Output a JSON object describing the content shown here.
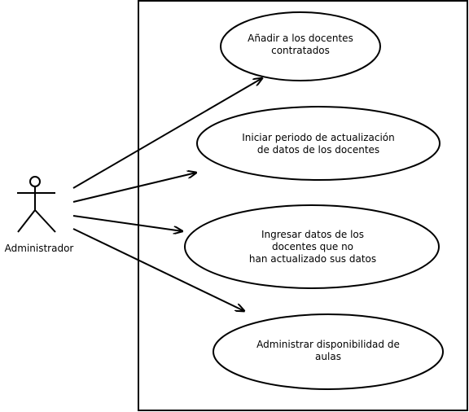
{
  "actor": {
    "name": "Administrador"
  },
  "use_cases": [
    {
      "label": "Añadir a los docentes\ncontratados"
    },
    {
      "label": "Iniciar periodo de actualización\nde datos de los docentes"
    },
    {
      "label": "Ingresar datos de los\ndocentes que no\nhan actualizado sus datos"
    },
    {
      "label": "Administrar disponibilidad de\naulas"
    }
  ]
}
